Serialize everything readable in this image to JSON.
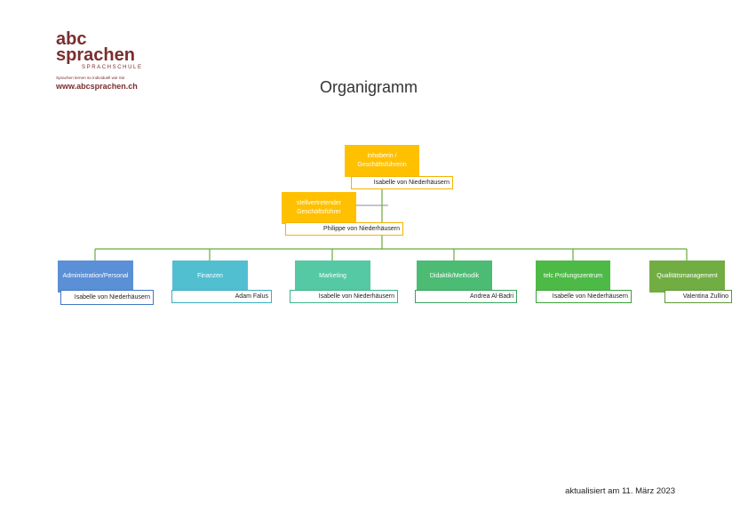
{
  "logo": {
    "line1": "abc",
    "line2": "sprachen",
    "subtitle": "SPRACHSCHULE",
    "tagline": "Sprachen lernen so individuell wie Sie",
    "url": "www.abcsprachen.ch"
  },
  "title": "Organigramm",
  "chart_data": {
    "type": "org-chart",
    "top": {
      "role_line1": "Inhaberin /",
      "role_line2": "Geschäftsführerin",
      "name": "Isabelle von Niederhäusern"
    },
    "deputy": {
      "role_line1": "stellvertretender",
      "role_line2": "Geschäftsführer",
      "name": "Philippe von Niederhäusern"
    },
    "departments": [
      {
        "role": "Administration/Personal",
        "name": "Isabelle von Niederhäusern",
        "color": "#5b8fd6",
        "border": "#3f79c4"
      },
      {
        "role": "Finanzen",
        "name": "Adam Falus",
        "color": "#52bfd1",
        "border": "#3aaec0"
      },
      {
        "role": "Marketing",
        "name": "Isabelle von Niederhäusern",
        "color": "#55c8a4",
        "border": "#3bb48e"
      },
      {
        "role": "Didaktik/Methodik",
        "name": "Andrea Al-Badri",
        "color": "#4cbb73",
        "border": "#36a45c"
      },
      {
        "role": "telc Prüfungszentrum",
        "name": "Isabelle von Niederhäusern",
        "color": "#4dba47",
        "border": "#3aa235"
      },
      {
        "role": "Qualitätsmanagement",
        "name": "Valentina Zullino",
        "color": "#72ad43",
        "border": "#5f9834"
      }
    ],
    "colors": {
      "top": "#ffc000",
      "top_border": "#f2b400",
      "connector": "#6aaa3a",
      "staff_line": "#7f8fa6"
    }
  },
  "footer": {
    "updated": "aktualisiert am 11. März 2023"
  }
}
